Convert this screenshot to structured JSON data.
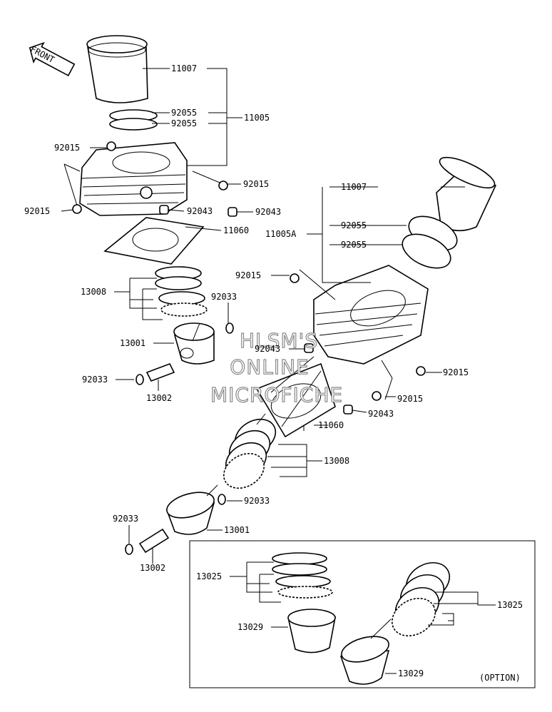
{
  "front_label": "FRONT",
  "option_label": "(OPTION)",
  "watermark": [
    "HLSM'S",
    "ONLINE",
    "MICROFICHE"
  ],
  "parts": {
    "p11007a": "11007",
    "p92055a": "92055",
    "p92055b": "92055",
    "p11005": "11005",
    "p92015a": "92015",
    "p92015b": "92015",
    "p92015c": "92015",
    "p92043a": "92043",
    "p92043b": "92043",
    "p11060a": "11060",
    "p13008a": "13008",
    "p92033a": "92033",
    "p13001a": "13001",
    "p92033b": "92033",
    "p13002a": "13002",
    "p11007b": "11007",
    "p11005A": "11005A",
    "p92055c": "92055",
    "p92055d": "92055",
    "p92015d": "92015",
    "p92043c": "92043",
    "p92015e": "92015",
    "p92015f": "92015",
    "p92043d": "92043",
    "p11060b": "11060",
    "p13008b": "13008",
    "p92033c": "92033",
    "p92033d": "92033",
    "p13001b": "13001",
    "p13002b": "13002",
    "p13025a": "13025",
    "p13025b": "13025",
    "p13029a": "13029",
    "p13029b": "13029"
  }
}
